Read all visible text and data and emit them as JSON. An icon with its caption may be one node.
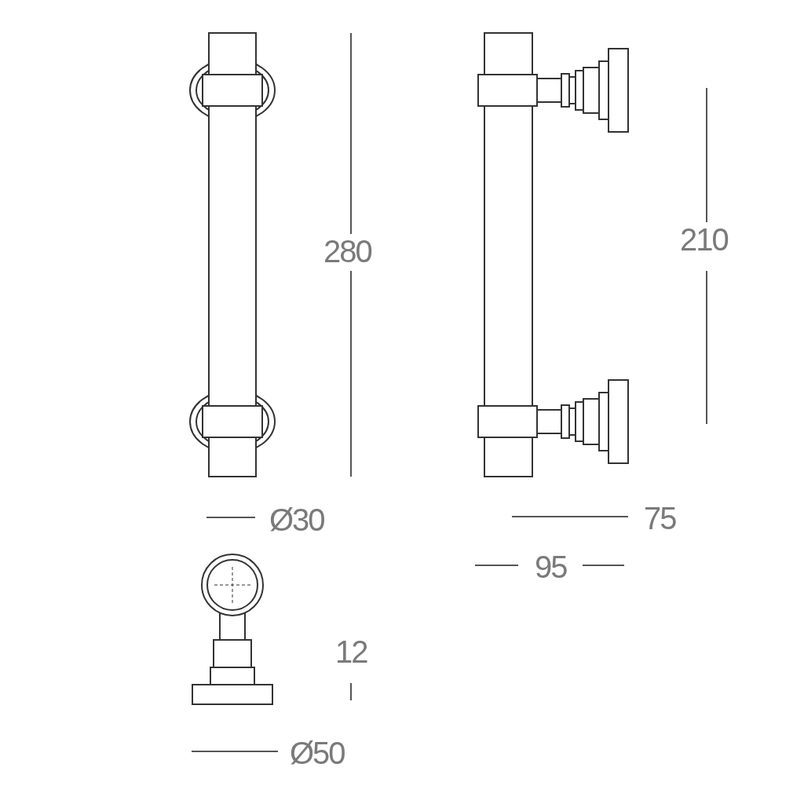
{
  "diagram": {
    "labels": [
      "280",
      "210",
      "Ø30",
      "75",
      "95",
      "12",
      "Ø50"
    ]
  }
}
